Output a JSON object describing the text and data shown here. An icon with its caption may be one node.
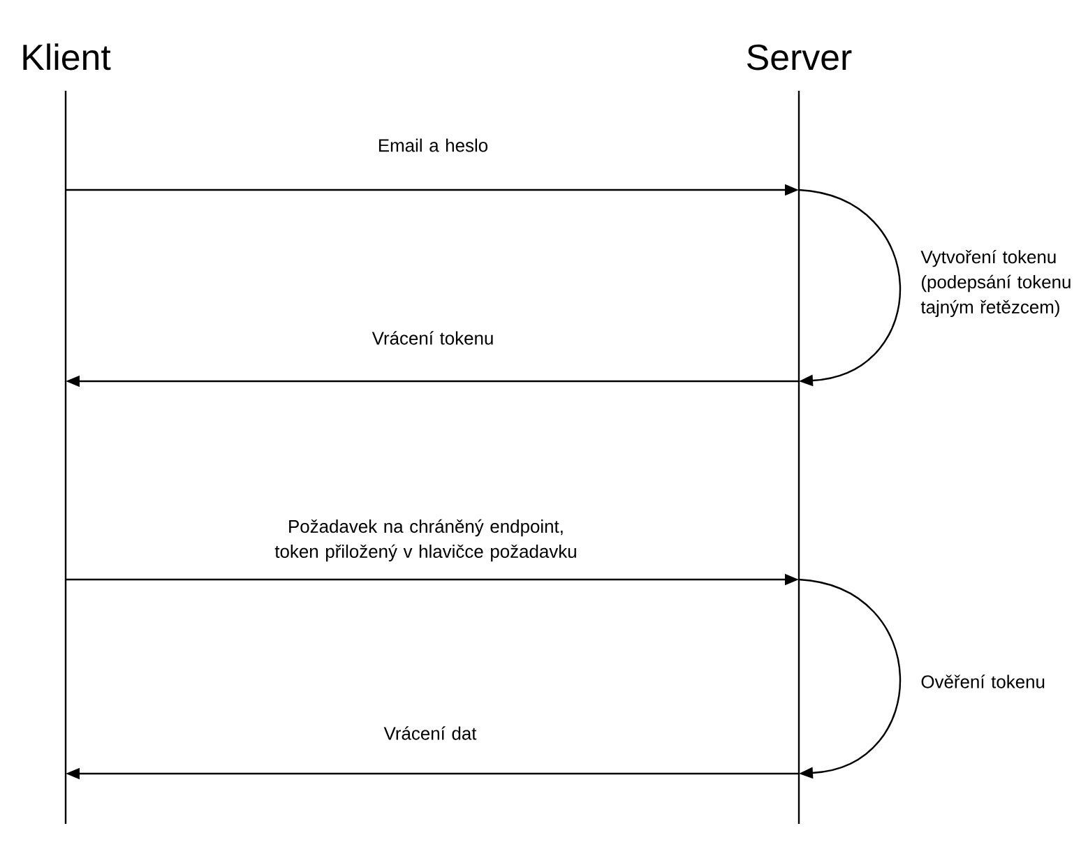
{
  "diagram": {
    "nodes": [
      {
        "text": [
          "Klient"
        ]
      },
      {
        "text": [
          "Server"
        ]
      }
    ],
    "edges": [
      {
        "from": 0,
        "to": 1,
        "arrow": "to",
        "label": "Email a heslo"
      },
      {
        "from": 1,
        "to": 1,
        "arrow": "to",
        "label": "Vytvoření tokenu (podepsání tokenu tajným řetězcem)"
      },
      {
        "from": 1,
        "to": 0,
        "arrow": "to",
        "label": "Vrácení tokenu"
      },
      {
        "from": 0,
        "to": 1,
        "arrow": "to",
        "label": "Požadavek na chráněný endpoint, token přiložený v hlavičce požadavku"
      },
      {
        "from": 1,
        "to": 1,
        "arrow": "to",
        "label": "Ověření tokenu"
      },
      {
        "from": 1,
        "to": 0,
        "arrow": "to",
        "label": "Vrácení dat"
      }
    ]
  }
}
